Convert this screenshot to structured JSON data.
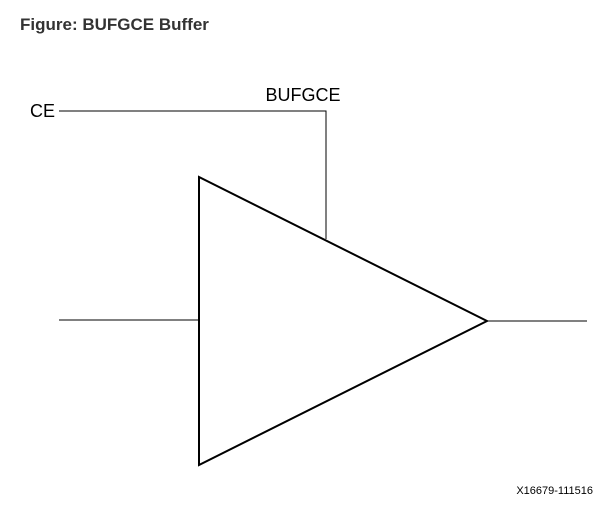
{
  "figure": {
    "title": "Figure: BUFGCE Buffer",
    "figure_id": "X16679-111516"
  },
  "diagram": {
    "component_label": "BUFGCE",
    "ports": {
      "enable_label": "CE"
    },
    "colors": {
      "stroke": "#000000",
      "text": "#000000",
      "title": "#333333"
    }
  }
}
